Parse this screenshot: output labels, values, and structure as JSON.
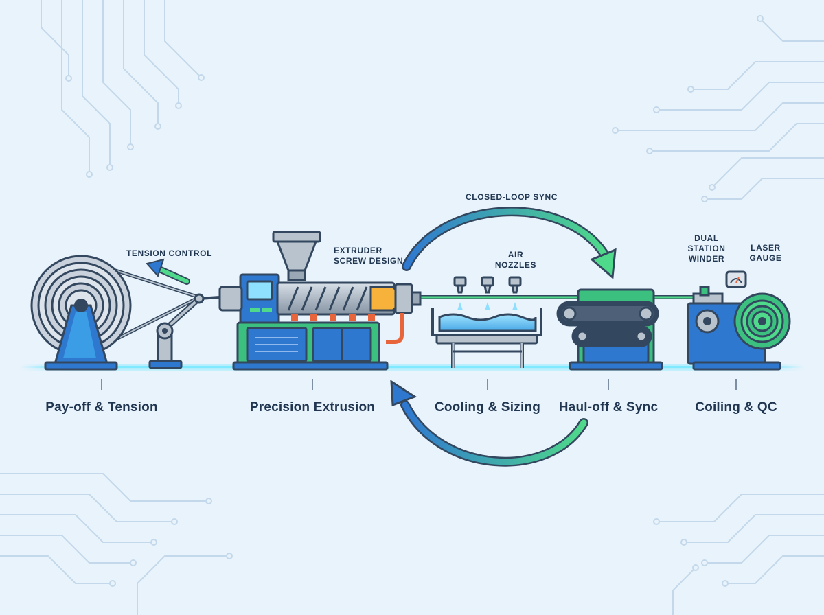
{
  "stages": [
    {
      "id": "payoff",
      "label": "Pay-off & Tension"
    },
    {
      "id": "extrusion",
      "label": "Precision Extrusion"
    },
    {
      "id": "cooling",
      "label": "Cooling & Sizing"
    },
    {
      "id": "hauloff",
      "label": "Haul-off & Sync"
    },
    {
      "id": "coiling",
      "label": "Coiling & QC"
    }
  ],
  "callouts": {
    "tension_control": "TENSION CONTROL",
    "extruder_screw": [
      "EXTRUDER",
      "SCREW DESIGN"
    ],
    "air_nozzles": [
      "AIR",
      "NOZZLES"
    ],
    "closed_loop": "CLOSED-LOOP SYNC",
    "winder": [
      "DUAL",
      "STATION",
      "WINDER"
    ],
    "laser_gauge": [
      "LASER",
      "GAUGE"
    ]
  },
  "colors": {
    "outline": "#33475f",
    "machine_blue": "#2f78d0",
    "machine_green": "#3cc07f",
    "steel": "#b8c3ce",
    "baseline_glow": "#7fe9ff",
    "background": "#e9f3fb",
    "circuit": "#c3d8ea"
  }
}
